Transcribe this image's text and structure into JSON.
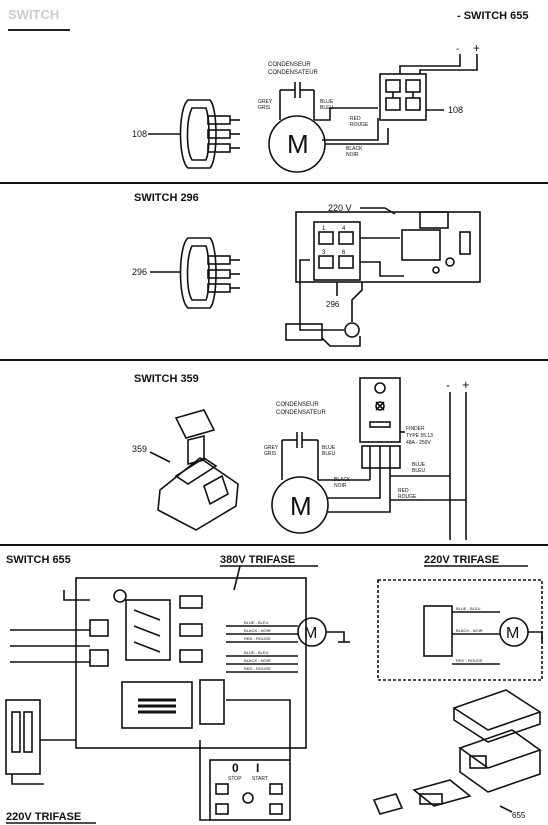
{
  "header": {
    "left_logo_text": "SWITCH",
    "right_title": "- SWITCH 655"
  },
  "section1": {
    "cap_label_1": "CONDENSEUR",
    "cap_label_2": "CONDENSATEUR",
    "grey_1": "GREY",
    "grey_2": "GRIS",
    "blue_1": "BLUE",
    "blue_2": "BLEU",
    "red_1": "RED",
    "red_2": "ROUGE",
    "black_1": "BLACK",
    "black_2": "NOIR",
    "switch_ref_left": "108",
    "switch_ref_right": "108",
    "motor": "M",
    "minus": "-",
    "plus": "+"
  },
  "section2": {
    "title": "SWITCH 296",
    "voltage": "220 V",
    "switch_ref_left": "296",
    "switch_ref_bottom": "296",
    "pins": [
      "1",
      "4",
      "3",
      "6"
    ]
  },
  "section3": {
    "title": "SWITCH 359",
    "cap_label_1": "CONDENSEUR",
    "cap_label_2": "CONDENSATEUR",
    "grey_1": "GREY",
    "grey_2": "GRIS",
    "blue_1": "BLUE",
    "blue_2": "BLEU",
    "black_1": "BLACK",
    "black_2": "NOIR",
    "blue_b_1": "BLUE",
    "blue_b_2": "BLEU",
    "red_1": "RED",
    "red_2": "ROUGE",
    "finder_1": "FINDER",
    "finder_2": "TYPE 55.13",
    "finder_3": "48A - 250V",
    "ref": "359",
    "motor": "M",
    "minus": "-",
    "plus": "+"
  },
  "section4": {
    "title_left": "SWITCH 655",
    "title_mid": "380V TRIFASE",
    "title_right": "220V TRIFASE",
    "title_bottom": "220V TRIFASE",
    "stop_num": "0",
    "stop_label": "STOP",
    "start_num": "I",
    "start_label": "START",
    "ref": "655",
    "motor": "M",
    "wire_380": [
      "BLUE - BLEU",
      "BLACK - NOIR",
      "RED - ROUGE",
      "BLUE - BLEU",
      "BLACK - NOIR",
      "RED - ROUGE"
    ],
    "wire_220": [
      "BLUE - BLEU",
      "BLACK - NOIR",
      "RED - ROUGE"
    ]
  }
}
